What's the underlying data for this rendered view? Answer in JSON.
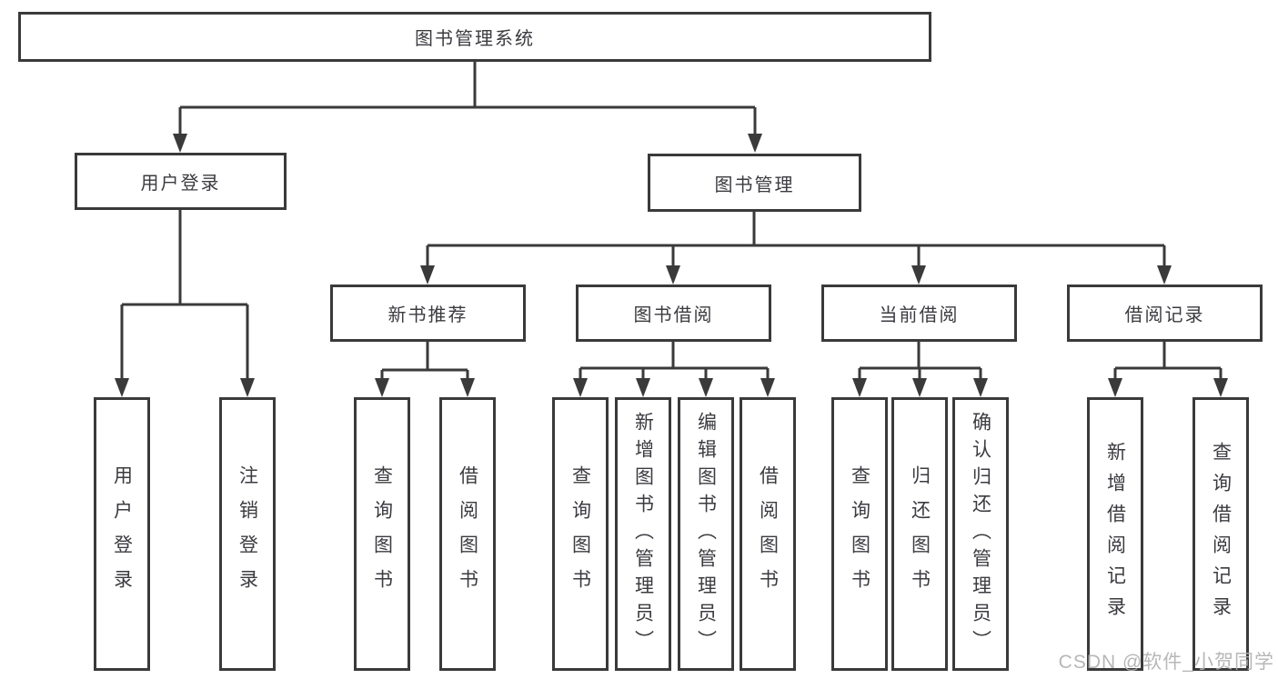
{
  "root": {
    "label": "图书管理系统"
  },
  "branches": {
    "user_login": {
      "label": "用户登录",
      "children": [
        "用户登录",
        "注销登录"
      ]
    },
    "book_mgmt": {
      "label": "图书管理"
    }
  },
  "modules": {
    "new_books": {
      "label": "新书推荐",
      "children": [
        "查询图书",
        "借阅图书"
      ]
    },
    "book_borrow": {
      "label": "图书借阅",
      "children": [
        "查询图书",
        "新增图书（管理员）",
        "编辑图书（管理员）",
        "借阅图书"
      ]
    },
    "current_borrow": {
      "label": "当前借阅",
      "children": [
        "查询图书",
        "归还图书",
        "确认归还（管理员）"
      ]
    },
    "borrow_records": {
      "label": "借阅记录",
      "children": [
        "新增借阅记录",
        "查询借阅记录"
      ]
    }
  },
  "watermark": {
    "text": "CSDN @软件_小贺同学"
  },
  "colors": {
    "line": "#3a3a3a",
    "text": "#3b3b40",
    "background": "#ffffff",
    "watermark": "#b0b0b0"
  }
}
